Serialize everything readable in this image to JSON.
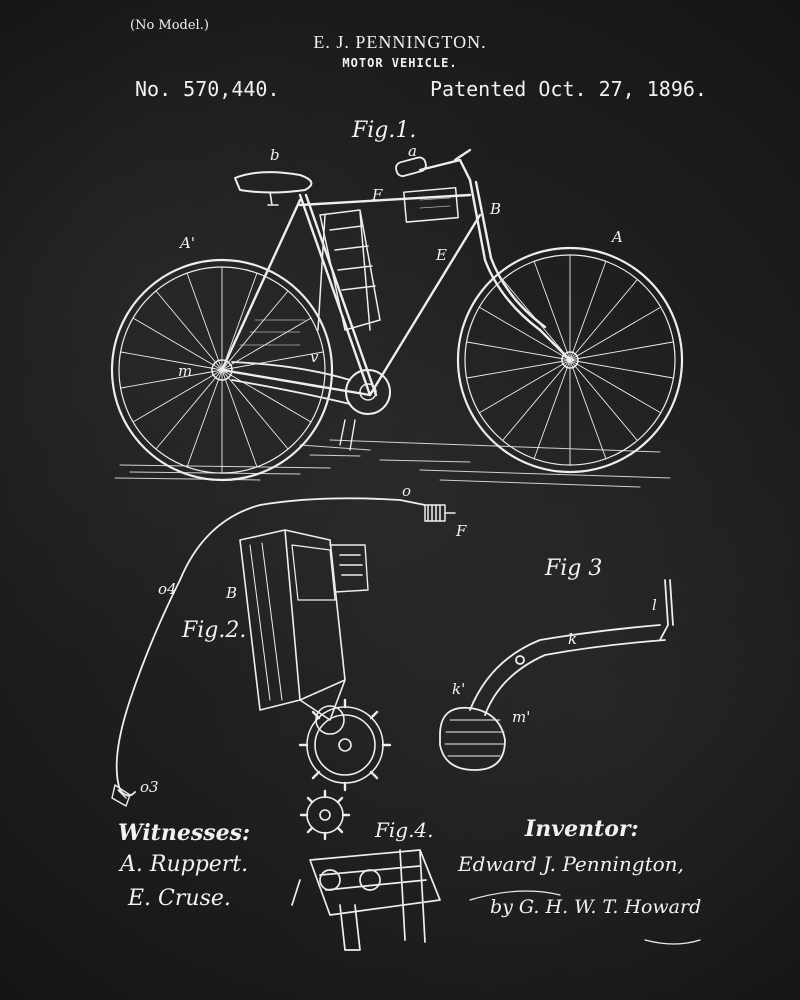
{
  "header": {
    "no_model": "(No Model.)",
    "inventor": "E. J. PENNINGTON.",
    "title": "MOTOR VEHICLE.",
    "patent_number": "No. 570,440.",
    "patent_date": "Patented Oct. 27, 1896."
  },
  "figures": {
    "fig1": "Fig.1.",
    "fig2": "Fig.2.",
    "fig3": "Fig 3",
    "fig4": "Fig.4."
  },
  "labels": {
    "fig1_A": "A",
    "fig1_A_prime": "A'",
    "fig1_B": "B",
    "fig1_a": "a",
    "fig1_b": "b",
    "fig1_F": "F",
    "fig1_E": "E",
    "fig1_m": "m",
    "fig1_v": "v",
    "fig2_F": "F",
    "fig2_o": "o",
    "fig2_o4": "o4",
    "fig2_B": "B",
    "fig2_o3": "o3",
    "fig3_l": "l",
    "fig3_k": "k",
    "fig3_k_prime": "k'",
    "fig3_m_prime": "m'"
  },
  "signatures": {
    "witnesses_heading": "Witnesses:",
    "witness_1": "A. Ruppert.",
    "witness_2": "E. Cruse.",
    "inventor_heading": "Inventor:",
    "inventor_signature": "Edward J. Pennington,",
    "attorney": "by G. H. W. T. Howard"
  },
  "colors": {
    "background": "#1e1e1e",
    "ink": "#f2f2f2"
  }
}
